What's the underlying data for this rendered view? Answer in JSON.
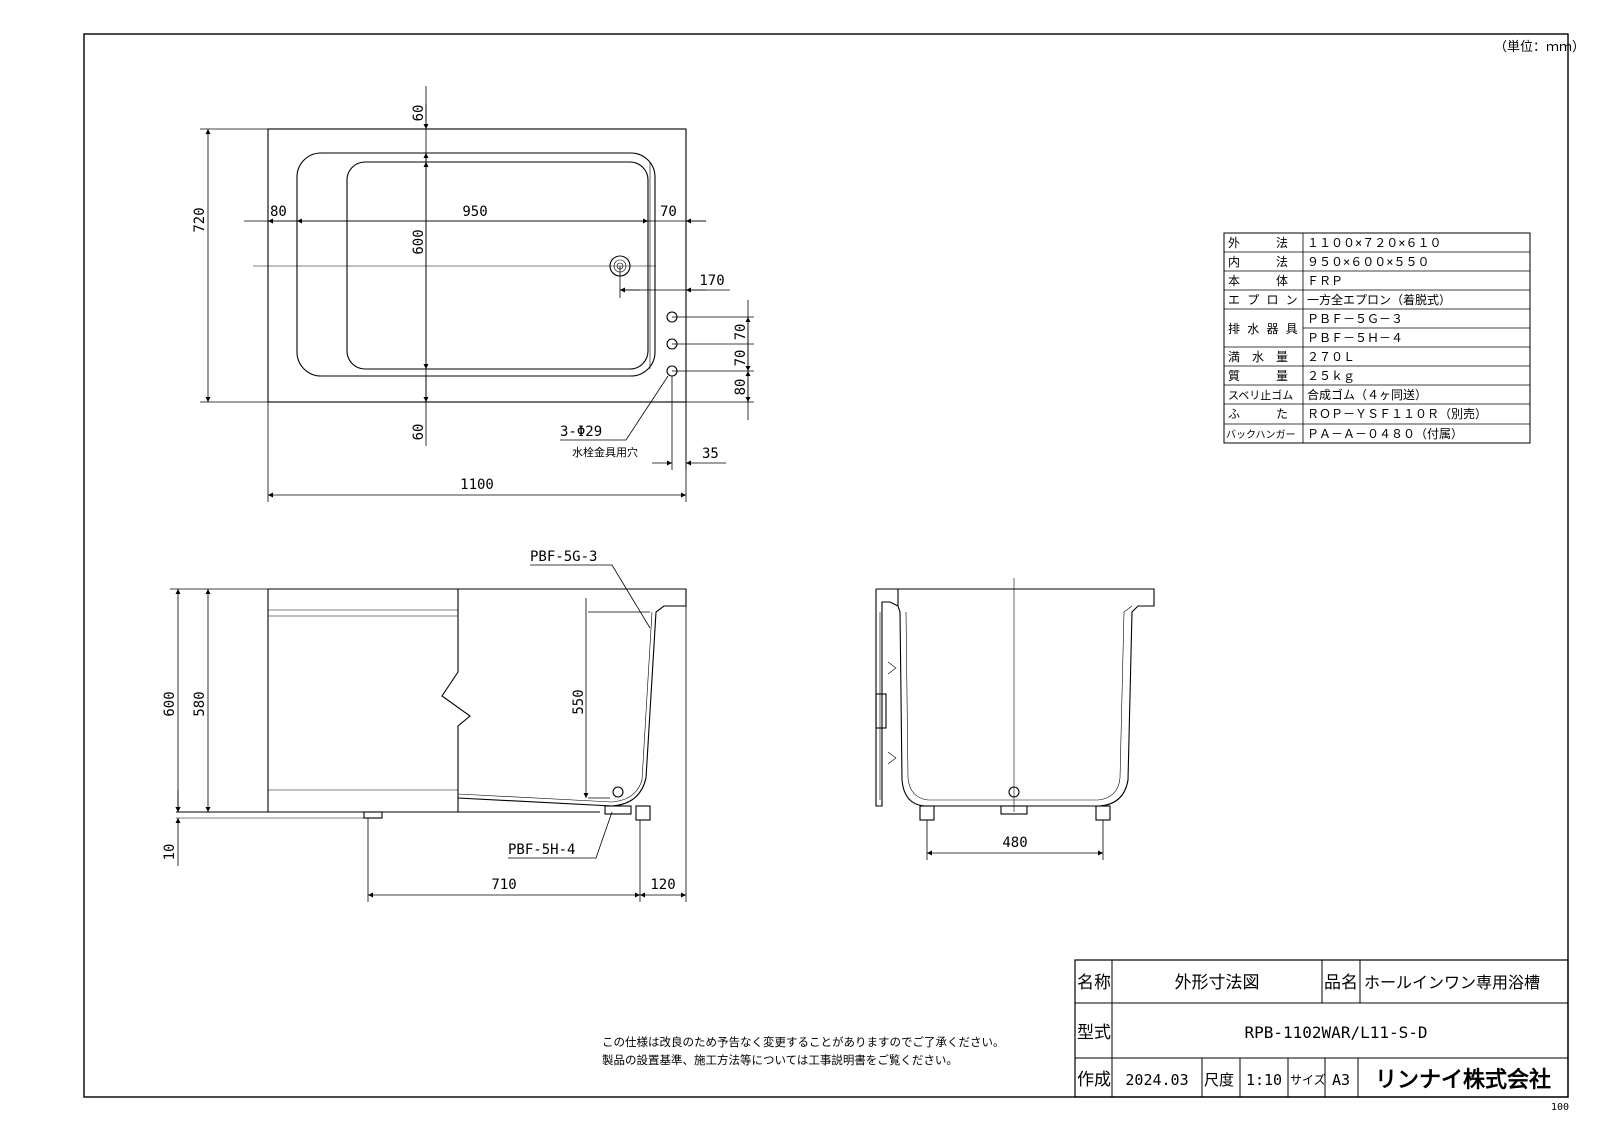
{
  "unit_note": "（単位：ｍｍ）",
  "page_number": "100",
  "top_view": {
    "dims": {
      "d60_top": "60",
      "d720": "720",
      "d80": "80",
      "d950": "950",
      "d70_right": "70",
      "d600": "600",
      "d170": "170",
      "d70_a": "70",
      "d70_b": "70",
      "d80_b": "80",
      "d60_bottom": "60",
      "d35": "35",
      "d1100": "1100"
    },
    "hole_label": "3-Φ29",
    "hole_note": "水栓金具用穴"
  },
  "side_view": {
    "pbf5g_label": "PBF-5G-3",
    "pbf5h_label": "PBF-5H-4",
    "dims": {
      "d600": "600",
      "d580": "580",
      "d550": "550",
      "d10": "10",
      "d710": "710",
      "d120": "120"
    }
  },
  "end_view": {
    "dims": {
      "d480": "480"
    }
  },
  "spec_table": [
    {
      "label": "外　　　法",
      "value": "１１００×７２０×６１０"
    },
    {
      "label": "内　　　法",
      "value": "９５０×６００×５５０"
    },
    {
      "label": "本　　　体",
      "value": "ＦＲＰ"
    },
    {
      "label": "エ プ ロ ン",
      "value": "一方全エプロン（着脱式）"
    },
    {
      "label": "排 水 器 具",
      "value": "ＰＢＦ－５Ｇ－３",
      "value2": "ＰＢＦ－５Ｈ－４"
    },
    {
      "label": "満　水　量",
      "value": "２７０Ｌ"
    },
    {
      "label": "質　　　量",
      "value": "２５ｋｇ"
    },
    {
      "label": "スベリ止ゴム",
      "value": "合成ゴム（４ヶ同送）"
    },
    {
      "label": "ふ　　　た",
      "value": "ＲＯＰ－ＹＳＦ１１０Ｒ（別売）"
    },
    {
      "label": "バックハンガー",
      "value": "ＰＡ－Ａ－０４８０（付属）"
    }
  ],
  "notice": [
    "この仕様は改良のため予告なく変更することがありますのでご了承ください。",
    "製品の設置基準、施工方法等については工事説明書をご覧ください。"
  ],
  "title_block": {
    "name_label": "名称",
    "name_value": "外形寸法図",
    "product_label": "品名",
    "product_value": "ホールインワン専用浴槽",
    "model_label": "型式",
    "model_value": "RPB-1102WAR/L11-S-D",
    "made_label": "作成",
    "made_value": "2024.03",
    "scale_label": "尺度",
    "scale_value": "1:10",
    "size_label": "サイズ",
    "size_value": "A3",
    "company": "リンナイ株式会社"
  }
}
